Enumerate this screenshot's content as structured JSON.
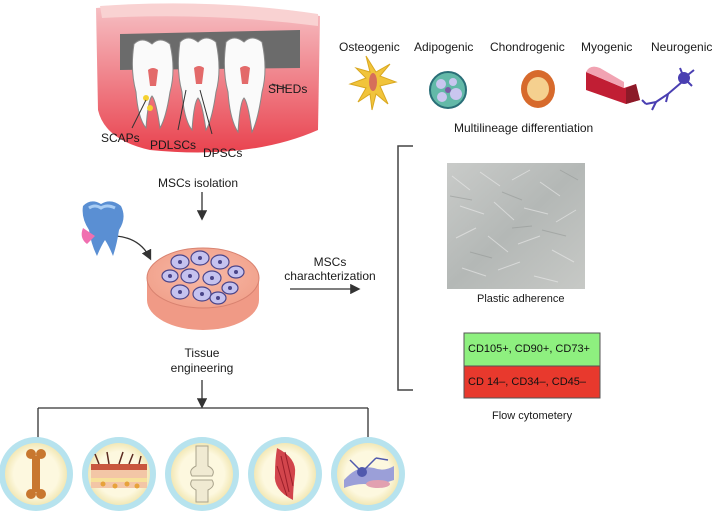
{
  "tooth_labels": {
    "sheds": "SHEDs",
    "scaps": "SCAPs",
    "pdlscs": "PDLSCs",
    "dpscs": "DPSCs"
  },
  "differentiation": {
    "lineages": [
      "Osteogenic",
      "Adipogenic",
      "Chondrogenic",
      "Myogenic",
      "Neurogenic"
    ],
    "caption": "Multilineage differentiation"
  },
  "workflow": {
    "isolation": "MSCs isolation",
    "characterization_line1": "MSCs",
    "characterization_line2": "charachterization",
    "tissue_line1": "Tissue",
    "tissue_line2": "engineering"
  },
  "characterization": {
    "plastic_caption": "Plastic adherence",
    "positive_markers": "CD105+, CD90+, CD73+",
    "negative_markers": "CD 14–, CD34–, CD45–",
    "flow_caption": "Flow cytometery",
    "colors": {
      "positive": "#8ef07f",
      "negative": "#e8392d"
    }
  },
  "tissue_icons": [
    "bone-icon",
    "skin-icon",
    "cartilage-joint-icon",
    "muscle-icon",
    "nerve-tissue-icon"
  ]
}
